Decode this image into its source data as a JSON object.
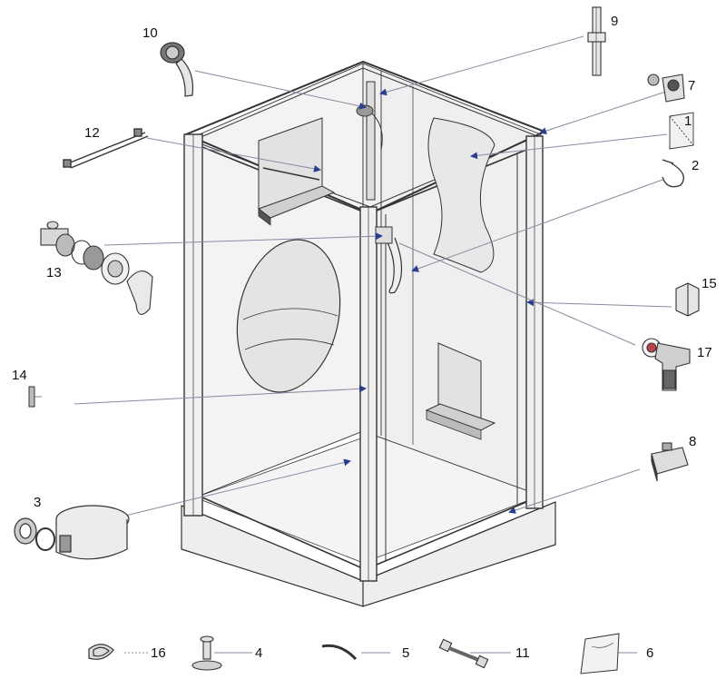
{
  "diagram": {
    "callouts": [
      {
        "id": "c1",
        "label": "1"
      },
      {
        "id": "c2",
        "label": "2"
      },
      {
        "id": "c3",
        "label": "3"
      },
      {
        "id": "c4",
        "label": "4"
      },
      {
        "id": "c5",
        "label": "5"
      },
      {
        "id": "c6",
        "label": "6"
      },
      {
        "id": "c7",
        "label": "7"
      },
      {
        "id": "c8",
        "label": "8"
      },
      {
        "id": "c9",
        "label": "9"
      },
      {
        "id": "c10",
        "label": "10"
      },
      {
        "id": "c11",
        "label": "11"
      },
      {
        "id": "c12",
        "label": "12"
      },
      {
        "id": "c13",
        "label": "13"
      },
      {
        "id": "c14",
        "label": "14"
      },
      {
        "id": "c15",
        "label": "15"
      },
      {
        "id": "c16",
        "label": "16"
      },
      {
        "id": "c17",
        "label": "17"
      }
    ],
    "colors": {
      "outline": "#333333",
      "leader": "#8a8aa0",
      "arrow": "#2a3d8f",
      "panel_fill": "#e9e9e9",
      "glass_fill": "#f6f6f6"
    }
  }
}
